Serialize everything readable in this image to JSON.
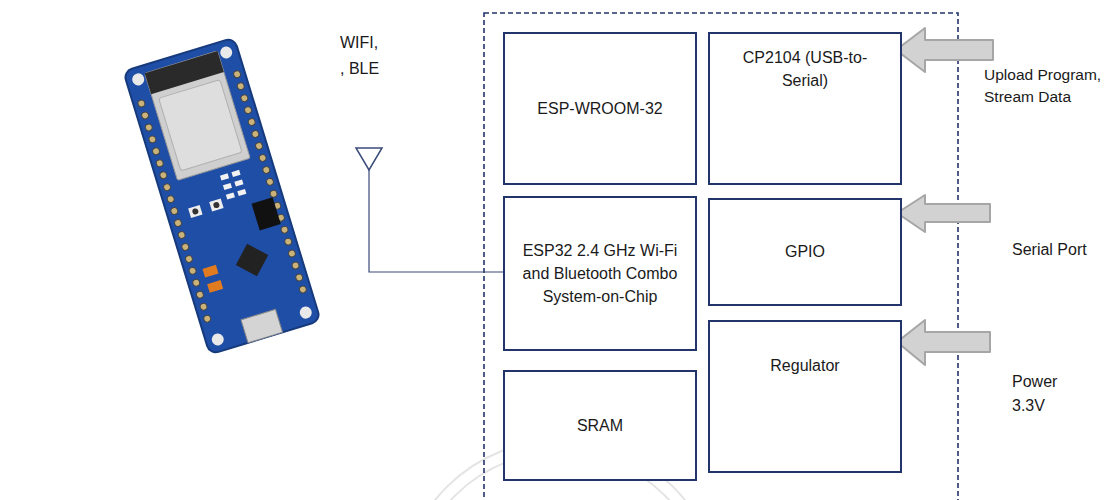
{
  "diagram": {
    "nodes": [
      {
        "text": [
          "ESP-WROOM-32"
        ]
      },
      {
        "text": [
          "CP2104 (USB-to-Serial)"
        ]
      },
      {
        "text": [
          "ESP32 2.4 GHz Wi-Fi and Bluetooth Combo System-on-Chip"
        ]
      },
      {
        "text": [
          "GPIO"
        ]
      },
      {
        "text": [
          "SRAM"
        ]
      },
      {
        "text": [
          "Regulator"
        ]
      }
    ],
    "labels": [
      "WIFI, , BLE",
      "Upload Program, Stream Data",
      "Serial Port",
      "Power 3.3V"
    ]
  }
}
